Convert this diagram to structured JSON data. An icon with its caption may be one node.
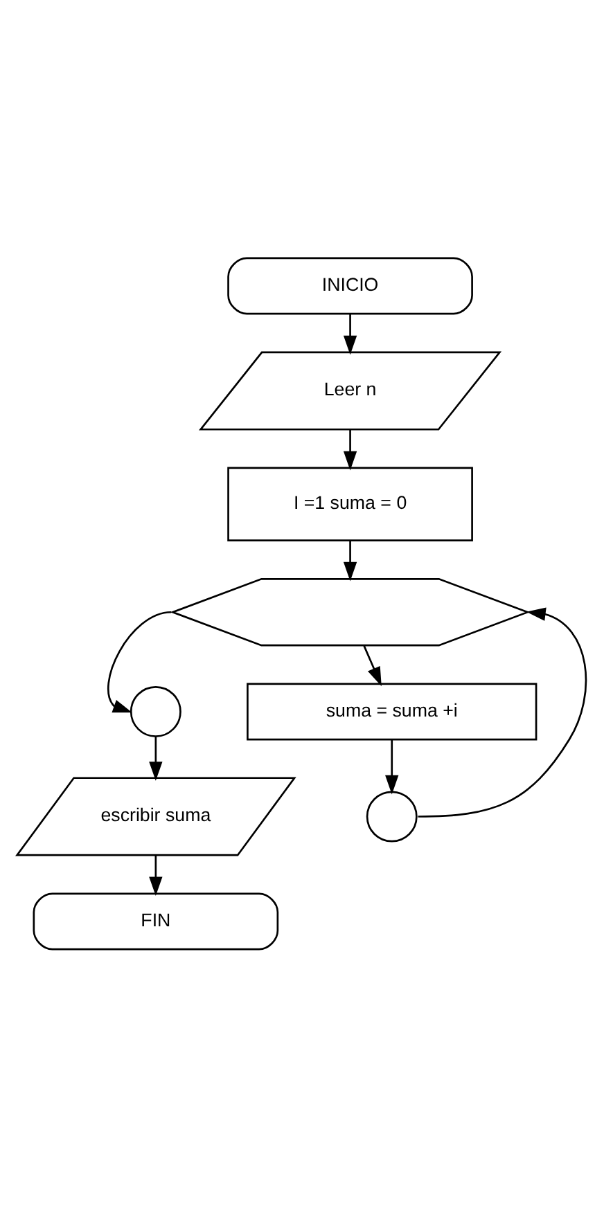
{
  "diagram": {
    "nodes": [
      {
        "text": [
          "INICIO"
        ]
      },
      {
        "text": [
          "Leer n"
        ]
      },
      {
        "text": [
          "I =1 suma = 0"
        ]
      },
      {
        "text": [],
        "shape": "hexagon"
      },
      {
        "text": [
          "suma = suma +i"
        ]
      },
      {
        "text": [],
        "shape": "circle"
      },
      {
        "text": [],
        "shape": "circle"
      },
      {
        "text": [
          "escribir suma"
        ]
      },
      {
        "text": [
          "FIN"
        ]
      }
    ],
    "edges": [
      {
        "from": 0,
        "to": 1,
        "arrow": "to"
      },
      {
        "from": 1,
        "to": 2,
        "arrow": "to"
      },
      {
        "from": 2,
        "to": 3,
        "arrow": "to"
      },
      {
        "from": 3,
        "to": 4,
        "arrow": "to"
      },
      {
        "from": 4,
        "to": 5,
        "arrow": "to"
      },
      {
        "from": 5,
        "to": 3,
        "arrow": "to"
      },
      {
        "from": 3,
        "to": 6,
        "arrow": "to"
      },
      {
        "from": 6,
        "to": 7,
        "arrow": "to"
      },
      {
        "from": 7,
        "to": 8,
        "arrow": "to"
      }
    ]
  }
}
